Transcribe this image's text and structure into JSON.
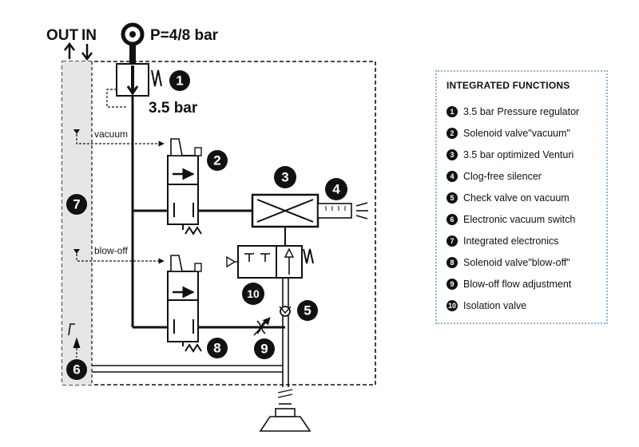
{
  "diagram": {
    "labels": {
      "out": "OUT",
      "in": "IN",
      "pressure": "P=4/8 bar",
      "regulator_setting": "3.5 bar",
      "vacuum": "vacuum",
      "blow_off": "blow-off"
    },
    "callouts": [
      "1",
      "2",
      "3",
      "4",
      "5",
      "6",
      "7",
      "8",
      "9",
      "10"
    ]
  },
  "legend": {
    "title": "INTEGRATED FUNCTIONS",
    "items": [
      {
        "num": "1",
        "text": "3.5 bar Pressure regulator"
      },
      {
        "num": "2",
        "text": "Solenoid valve\"vacuum\""
      },
      {
        "num": "3",
        "text": "3.5 bar optimized Venturi"
      },
      {
        "num": "4",
        "text": "Clog-free silencer"
      },
      {
        "num": "5",
        "text": "Check valve on vacuum"
      },
      {
        "num": "6",
        "text": "Electronic vacuum switch"
      },
      {
        "num": "7",
        "text": "Integrated electronics"
      },
      {
        "num": "8",
        "text": "Solenoid valve\"blow-off\""
      },
      {
        "num": "9",
        "text": "Blow-off flow adjustment"
      },
      {
        "num": "10",
        "text": "Isolation valve"
      }
    ]
  }
}
